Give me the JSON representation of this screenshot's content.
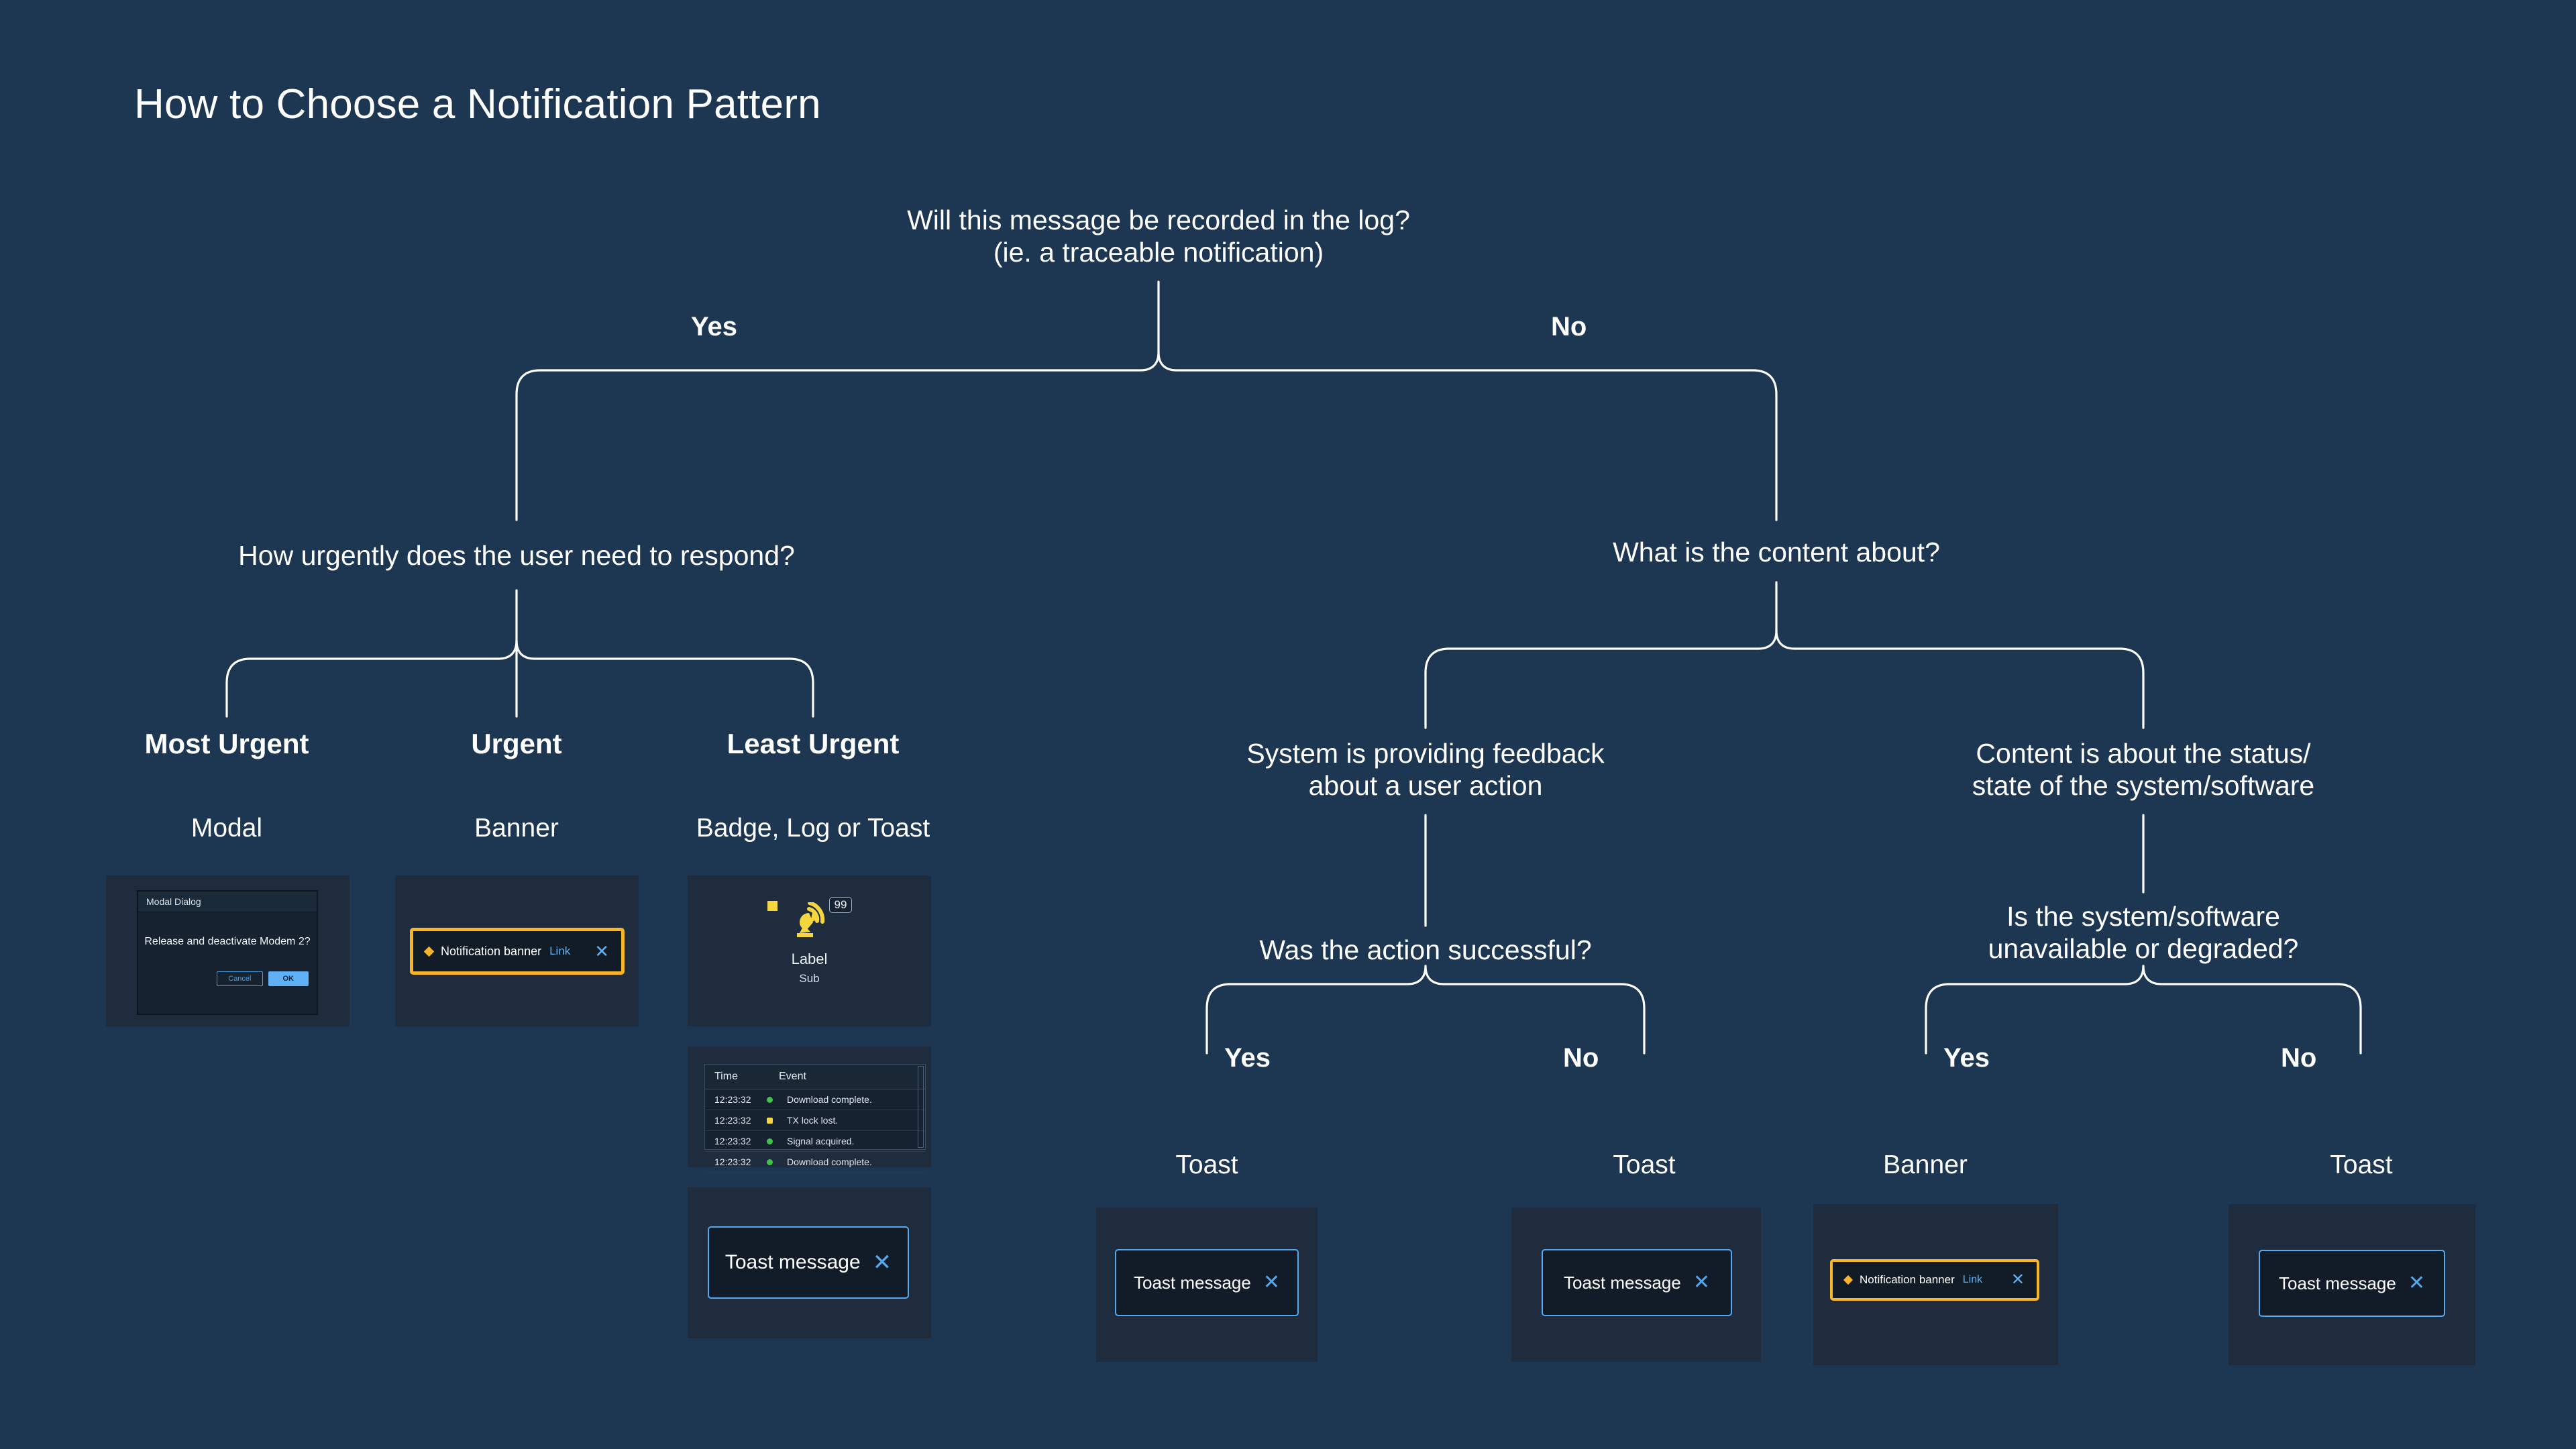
{
  "page": {
    "title": "How to Choose a Notification Pattern",
    "background_color": "#1d3651",
    "accent_amber": "#f9b528",
    "accent_blue": "#55a9ee",
    "panel_color": "#1e2c3e"
  },
  "tree": {
    "root": {
      "question": "Will this message be recorded in the log?\n(ie. a traceable notification)",
      "yes_label": "Yes",
      "no_label": "No"
    },
    "left_branch": {
      "question": "How urgently does the user need to respond?",
      "options": [
        {
          "urgency": "Most Urgent",
          "pattern": "Modal"
        },
        {
          "urgency": "Urgent",
          "pattern": "Banner"
        },
        {
          "urgency": "Least Urgent",
          "pattern": "Badge, Log or Toast"
        }
      ]
    },
    "right_branch": {
      "question": "What is the content about?",
      "children": [
        {
          "statement": "System is providing feedback\nabout a user action",
          "question": "Was the action successful?",
          "yes_label": "Yes",
          "no_label": "No",
          "yes_pattern": "Toast",
          "no_pattern": "Toast"
        },
        {
          "statement": "Content is about the status/\nstate of the system/software",
          "question": "Is the system/software\nunavailable or degraded?",
          "yes_label": "Yes",
          "no_label": "No",
          "yes_pattern": "Banner",
          "no_pattern": "Toast"
        }
      ]
    }
  },
  "mockups": {
    "modal": {
      "window_title": "Modal Dialog",
      "body_text": "Release and deactivate Modem 2?",
      "cancel_label": "Cancel",
      "ok_label": "OK"
    },
    "banner": {
      "text": "Notification banner",
      "link_label": "Link",
      "close_glyph": "✕",
      "icon": "diamond-icon",
      "border_color": "#f9b528"
    },
    "toast": {
      "text": "Toast message",
      "close_glyph": "✕",
      "border_color": "#55a9ee"
    },
    "badge": {
      "count": "99",
      "label": "Label",
      "sub": "Sub",
      "icon": "satellite-dish-icon",
      "icon_color": "#f4d73f"
    },
    "log": {
      "columns": [
        "Time",
        "Event"
      ],
      "rows": [
        {
          "time": "12:23:32",
          "status_color": "#42c24a",
          "status_shape": "dot",
          "event": "Download complete."
        },
        {
          "time": "12:23:32",
          "status_color": "#f4d73f",
          "status_shape": "square",
          "event": "TX lock lost."
        },
        {
          "time": "12:23:32",
          "status_color": "#42c24a",
          "status_shape": "dot",
          "event": "Signal acquired."
        },
        {
          "time": "12:23:32",
          "status_color": "#42c24a",
          "status_shape": "dot",
          "event": "Download complete."
        }
      ]
    }
  }
}
